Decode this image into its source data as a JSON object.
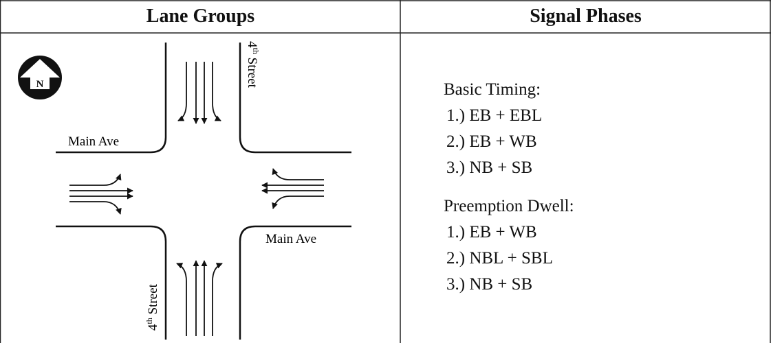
{
  "table": {
    "headers": [
      "Lane Groups",
      "Signal Phases"
    ]
  },
  "diagram": {
    "north_badge": "N",
    "street_labels": {
      "main_ave_west": "Main Ave",
      "main_ave_east": "Main Ave",
      "fourth_street_north": {
        "base": "4",
        "sup": "th",
        "rest": " Street"
      },
      "fourth_street_south": {
        "base": "4",
        "sup": "th",
        "rest": " Street"
      }
    }
  },
  "signal_phases": {
    "basic": {
      "title": "Basic Timing:",
      "items": [
        "1.) EB + EBL",
        "2.) EB + WB",
        "3.) NB + SB"
      ]
    },
    "preemption": {
      "title": "Preemption Dwell:",
      "items": [
        "1.) EB + WB",
        "2.) NBL + SBL",
        "3.) NB + SB"
      ]
    }
  }
}
